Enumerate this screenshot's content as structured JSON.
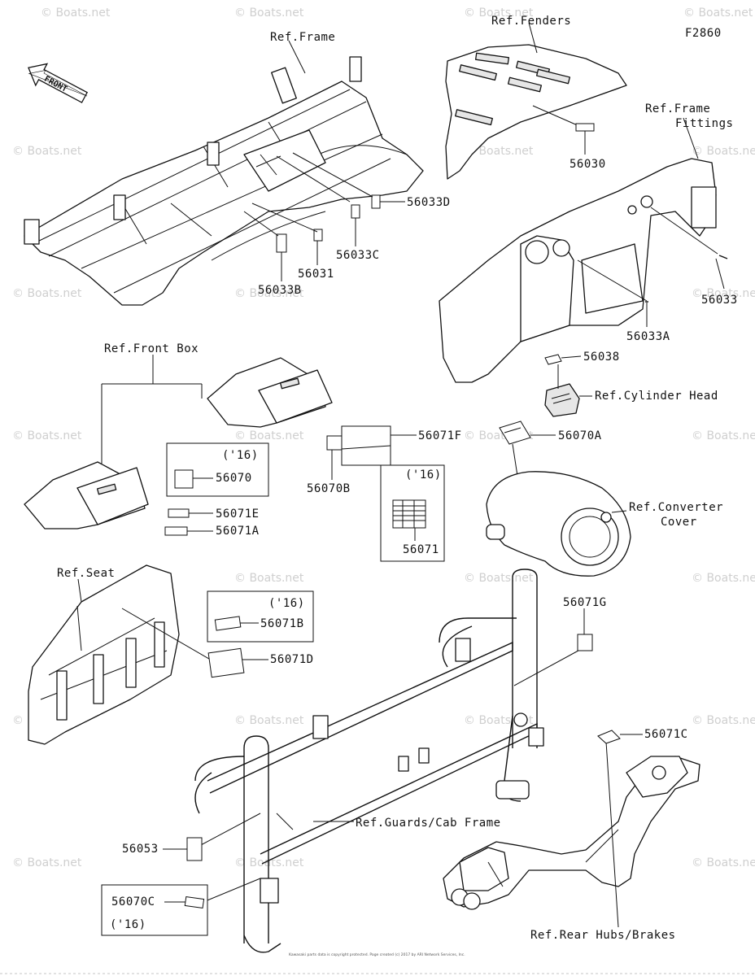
{
  "figure_code": "F2860",
  "front_arrow": "FRONT",
  "watermark": "© Boats.net",
  "watermark_short": "Boats.net",
  "references": {
    "frame": "Ref.Frame",
    "fenders": "Ref.Fenders",
    "frame_fittings_1": "Ref.Frame",
    "frame_fittings_2": "Fittings",
    "cylinder_head": "Ref.Cylinder Head",
    "front_box": "Ref.Front Box",
    "converter_cover_1": "Ref.Converter",
    "converter_cover_2": "Cover",
    "seat": "Ref.Seat",
    "guards_cab_frame": "Ref.Guards/Cab Frame",
    "rear_hubs_brakes": "Ref.Rear Hubs/Brakes"
  },
  "parts": {
    "p56030": "56030",
    "p56033D": "56033D",
    "p56033C": "56033C",
    "p56031": "56031",
    "p56033B": "56033B",
    "p56033": "56033",
    "p56033A": "56033A",
    "p56038": "56038",
    "p56070A": "56070A",
    "p56071F": "56071F",
    "p56070B": "56070B",
    "p56070": "56070",
    "p56071E": "56071E",
    "p56071A": "56071A",
    "p56071": "56071",
    "p56071B": "56071B",
    "p56071D": "56071D",
    "p56071G": "56071G",
    "p56071C": "56071C",
    "p56053": "56053",
    "p56070C": "56070C"
  },
  "year_tag": "('16)",
  "footer": "Kawasaki parts data is copyright protected. Page created (c) 2017 by ARI Network Services, Inc."
}
